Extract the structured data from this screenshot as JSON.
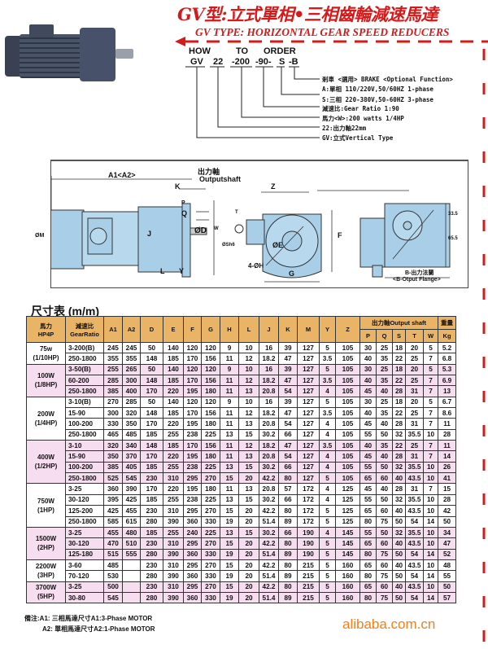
{
  "header": {
    "title": "GV型:立式單相•三相齒輪減速馬達",
    "subtitle": "GV TYPE: HORIZONTAL GEAR SPEED REDUCERS"
  },
  "order": {
    "how": "HOW",
    "to": "TO",
    "order": "ORDER",
    "tokens": [
      "GV",
      "22",
      "-200",
      "-90-",
      "S",
      "-B"
    ],
    "descriptions": [
      "剎車 <選用> BRAKE <Optional Function>",
      "A:單相 110/220V,50/60HZ 1-phase",
      "S:三相 220-380V,50-60HZ 3-phase",
      "減速比:Gear  Ratio 1:90",
      "馬力<W>:200 watts  1/4HP",
      "22:出力軸22mm",
      "GV:立式Vertical   Type"
    ]
  },
  "diagram": {
    "a1a2": "A1<A2>",
    "k": "K",
    "p": "P",
    "q": "Q",
    "od": "ØD",
    "j": "J",
    "m": "ØM",
    "l": "L",
    "y": "Y",
    "shaft_cn": "出力軸",
    "shaft_en": "Outputshaft",
    "t": "T",
    "w": "W",
    "sh6": "ØSh6",
    "z": "Z",
    "f": "F",
    "oe": "ØE",
    "oh": "4-ØH",
    "g": "G",
    "d335": "33.5",
    "d655": "65.5",
    "flange_cn": "B-出力法蘭",
    "flange_en": "<B-Otput Flange>"
  },
  "table": {
    "title": "尺寸表 (m/m)",
    "h_hp": [
      "馬力",
      "HP4P"
    ],
    "h_ratio": [
      "減速比",
      "GearRatio"
    ],
    "cols": [
      "A1",
      "A2",
      "D",
      "E",
      "F",
      "G",
      "H",
      "L",
      "J",
      "K",
      "M",
      "Y",
      "Z"
    ],
    "shaft_group": "出力軸Output shaft",
    "shaft_cols": [
      "P",
      "Q",
      "S",
      "T",
      "W"
    ],
    "weight": [
      "重量",
      "Kg"
    ],
    "groups": [
      {
        "hp": [
          "75w",
          "(1/10HP)"
        ],
        "rows": [
          [
            "3-200(B)",
            "245",
            "245",
            "50",
            "140",
            "120",
            "120",
            "9",
            "10",
            "16",
            "39",
            "127",
            "5",
            "105",
            "30",
            "25",
            "18",
            "20",
            "5",
            "5.2"
          ],
          [
            "250-1800",
            "355",
            "355",
            "148",
            "185",
            "170",
            "156",
            "11",
            "12",
            "18.2",
            "47",
            "127",
            "3.5",
            "105",
            "40",
            "35",
            "22",
            "25",
            "7",
            "6.8"
          ]
        ]
      },
      {
        "hp": [
          "100W",
          "(1/8HP)"
        ],
        "rows": [
          [
            "3-50(B)",
            "255",
            "265",
            "50",
            "140",
            "120",
            "120",
            "9",
            "10",
            "16",
            "39",
            "127",
            "5",
            "105",
            "30",
            "25",
            "18",
            "20",
            "5",
            "5.3"
          ],
          [
            "60-200",
            "285",
            "300",
            "148",
            "185",
            "170",
            "156",
            "11",
            "12",
            "18.2",
            "47",
            "127",
            "3.5",
            "105",
            "40",
            "35",
            "22",
            "25",
            "7",
            "6.9"
          ],
          [
            "250-1800",
            "385",
            "400",
            "170",
            "220",
            "195",
            "180",
            "11",
            "13",
            "20.8",
            "54",
            "127",
            "4",
            "105",
            "45",
            "40",
            "28",
            "31",
            "7",
            "13"
          ]
        ]
      },
      {
        "hp": [
          "200W",
          "(1/4HP)"
        ],
        "rows": [
          [
            "3-10(B)",
            "270",
            "285",
            "50",
            "140",
            "120",
            "120",
            "9",
            "10",
            "16",
            "39",
            "127",
            "5",
            "105",
            "30",
            "25",
            "18",
            "20",
            "5",
            "6.7"
          ],
          [
            "15-90",
            "300",
            "320",
            "148",
            "185",
            "170",
            "156",
            "11",
            "12",
            "18.2",
            "47",
            "127",
            "3.5",
            "105",
            "40",
            "35",
            "22",
            "25",
            "7",
            "8.6"
          ],
          [
            "100-200",
            "330",
            "350",
            "170",
            "220",
            "195",
            "180",
            "11",
            "13",
            "20.8",
            "54",
            "127",
            "4",
            "105",
            "45",
            "40",
            "28",
            "31",
            "7",
            "11"
          ],
          [
            "250-1800",
            "465",
            "485",
            "185",
            "255",
            "238",
            "225",
            "13",
            "15",
            "30.2",
            "66",
            "127",
            "4",
            "105",
            "55",
            "50",
            "32",
            "35.5",
            "10",
            "28"
          ]
        ]
      },
      {
        "hp": [
          "400W",
          "(1/2HP)"
        ],
        "rows": [
          [
            "3-10",
            "320",
            "340",
            "148",
            "185",
            "170",
            "156",
            "11",
            "12",
            "18.2",
            "47",
            "127",
            "3.5",
            "105",
            "40",
            "35",
            "22",
            "25",
            "7",
            "11"
          ],
          [
            "15-90",
            "350",
            "370",
            "170",
            "220",
            "195",
            "180",
            "11",
            "13",
            "20.8",
            "54",
            "127",
            "4",
            "105",
            "45",
            "40",
            "28",
            "31",
            "7",
            "14"
          ],
          [
            "100-200",
            "385",
            "405",
            "185",
            "255",
            "238",
            "225",
            "13",
            "15",
            "30.2",
            "66",
            "127",
            "4",
            "105",
            "55",
            "50",
            "32",
            "35.5",
            "10",
            "26"
          ],
          [
            "250-1800",
            "525",
            "545",
            "230",
            "310",
            "295",
            "270",
            "15",
            "20",
            "42.2",
            "80",
            "127",
            "5",
            "105",
            "65",
            "60",
            "40",
            "43.5",
            "10",
            "41"
          ]
        ]
      },
      {
        "hp": [
          "750W",
          "(1HP)"
        ],
        "rows": [
          [
            "3-25",
            "360",
            "390",
            "170",
            "220",
            "195",
            "180",
            "11",
            "13",
            "20.8",
            "57",
            "172",
            "4",
            "125",
            "45",
            "40",
            "28",
            "31",
            "7",
            "15"
          ],
          [
            "30-120",
            "395",
            "425",
            "185",
            "255",
            "238",
            "225",
            "13",
            "15",
            "30.2",
            "66",
            "172",
            "4",
            "125",
            "55",
            "50",
            "32",
            "35.5",
            "10",
            "28"
          ],
          [
            "125-200",
            "425",
            "455",
            "230",
            "310",
            "295",
            "270",
            "15",
            "20",
            "42.2",
            "80",
            "172",
            "5",
            "125",
            "65",
            "60",
            "40",
            "43.5",
            "10",
            "42"
          ],
          [
            "250-1800",
            "585",
            "615",
            "280",
            "390",
            "360",
            "330",
            "19",
            "20",
            "51.4",
            "89",
            "172",
            "5",
            "125",
            "80",
            "75",
            "50",
            "54",
            "14",
            "50"
          ]
        ]
      },
      {
        "hp": [
          "1500W",
          "(2HP)"
        ],
        "rows": [
          [
            "3-25",
            "455",
            "480",
            "185",
            "255",
            "240",
            "225",
            "13",
            "15",
            "30.2",
            "66",
            "190",
            "4",
            "145",
            "55",
            "50",
            "32",
            "35.5",
            "10",
            "34"
          ],
          [
            "30-120",
            "470",
            "510",
            "230",
            "310",
            "295",
            "270",
            "15",
            "20",
            "42.2",
            "80",
            "190",
            "5",
            "145",
            "65",
            "60",
            "40",
            "43.5",
            "10",
            "47"
          ],
          [
            "125-180",
            "515",
            "555",
            "280",
            "390",
            "360",
            "330",
            "19",
            "20",
            "51.4",
            "89",
            "190",
            "5",
            "145",
            "80",
            "75",
            "50",
            "54",
            "14",
            "52"
          ]
        ]
      },
      {
        "hp": [
          "2200W",
          "(3HP)"
        ],
        "rows": [
          [
            "3-60",
            "485",
            "",
            "230",
            "310",
            "295",
            "270",
            "15",
            "20",
            "42.2",
            "80",
            "215",
            "5",
            "160",
            "65",
            "60",
            "40",
            "43.5",
            "10",
            "48"
          ],
          [
            "70-120",
            "530",
            "",
            "280",
            "390",
            "360",
            "330",
            "19",
            "20",
            "51.4",
            "89",
            "215",
            "5",
            "160",
            "80",
            "75",
            "50",
            "54",
            "14",
            "55"
          ]
        ]
      },
      {
        "hp": [
          "3700W",
          "(5HP)"
        ],
        "rows": [
          [
            "3-25",
            "500",
            "",
            "230",
            "310",
            "295",
            "270",
            "15",
            "20",
            "42.2",
            "80",
            "215",
            "5",
            "160",
            "65",
            "60",
            "40",
            "43.5",
            "10",
            "50"
          ],
          [
            "30-80",
            "545",
            "",
            "280",
            "390",
            "360",
            "330",
            "19",
            "20",
            "51.4",
            "89",
            "215",
            "5",
            "160",
            "80",
            "75",
            "50",
            "54",
            "14",
            "57"
          ]
        ]
      }
    ]
  },
  "notes": [
    "備注:A1: 三相馬達尺寸A1:3-Phase MOTOR",
    "A2: 單相馬達尺寸A2:1-Phase MOTOR"
  ],
  "watermark": "alibaba.com.cn",
  "colors": {
    "accent": "#d41a1a",
    "header": "#eab466",
    "pink": "#f6ddf0",
    "motor": "#a9cfe8",
    "watermark": "#f0801a"
  }
}
